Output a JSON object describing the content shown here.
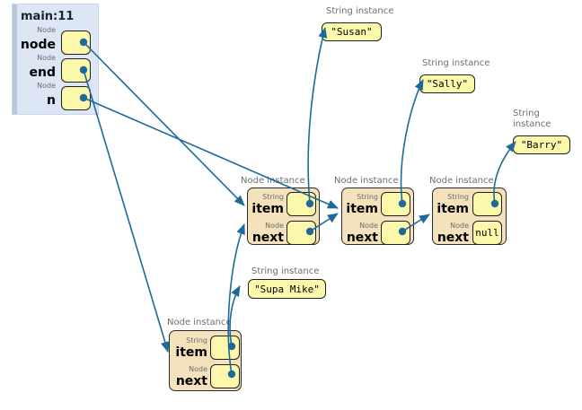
{
  "frame": {
    "title": "main:11",
    "variables": [
      {
        "type": "Node",
        "name": "node",
        "value": ""
      },
      {
        "type": "Node",
        "name": "end",
        "value": ""
      },
      {
        "type": "Node",
        "name": "n",
        "value": ""
      }
    ]
  },
  "nodes": [
    {
      "label": "Node instance",
      "fields": [
        {
          "type": "String",
          "name": "item",
          "value": ""
        },
        {
          "type": "Node",
          "name": "next",
          "value": ""
        }
      ]
    },
    {
      "label": "Node instance",
      "fields": [
        {
          "type": "String",
          "name": "item",
          "value": ""
        },
        {
          "type": "Node",
          "name": "next",
          "value": ""
        }
      ]
    },
    {
      "label": "Node instance",
      "fields": [
        {
          "type": "String",
          "name": "item",
          "value": ""
        },
        {
          "type": "Node",
          "name": "next",
          "value": "null"
        }
      ]
    },
    {
      "label": "Node instance",
      "fields": [
        {
          "type": "String",
          "name": "item",
          "value": ""
        },
        {
          "type": "Node",
          "name": "next",
          "value": ""
        }
      ]
    }
  ],
  "strings": [
    {
      "label": "String instance",
      "value": "\"Susan\""
    },
    {
      "label": "String instance",
      "value": "\"Sally\""
    },
    {
      "label": "String instance",
      "value": "\"Barry\""
    },
    {
      "label": "String instance",
      "value": "\"Supa Mike\""
    }
  ],
  "edges": [
    {
      "from": "main.node",
      "to": "node-instance-1"
    },
    {
      "from": "main.end",
      "to": "node-instance-4"
    },
    {
      "from": "main.n",
      "to": "node-instance-2"
    },
    {
      "from": "node-instance-1.item",
      "to": "string-susan"
    },
    {
      "from": "node-instance-1.next",
      "to": "node-instance-2"
    },
    {
      "from": "node-instance-2.item",
      "to": "string-sally"
    },
    {
      "from": "node-instance-2.next",
      "to": "node-instance-3"
    },
    {
      "from": "node-instance-3.item",
      "to": "string-barry"
    },
    {
      "from": "node-instance-4.item",
      "to": "string-supa-mike"
    },
    {
      "from": "node-instance-4.next",
      "to": "node-instance-1"
    }
  ],
  "colors": {
    "arrow": "#1d6a99",
    "slot_bg": "#fbf7ab",
    "object_bg": "#f3e2bb",
    "frame_bg": "#dce6f4",
    "frame_strip": "#b7c5de",
    "label_gray": "#6e6e6e"
  }
}
